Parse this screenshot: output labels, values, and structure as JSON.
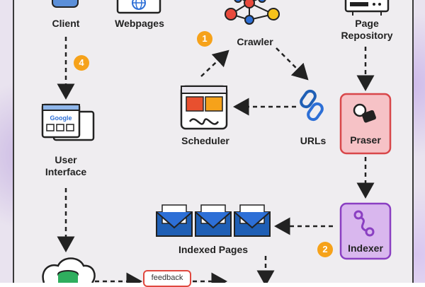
{
  "labels": {
    "client": "Client",
    "webpages": "Webpages",
    "crawler": "Crawler",
    "page_repository_line1": "Page",
    "page_repository_line2": "Repository",
    "user_interface_line1": "User",
    "user_interface_line2": "Interface",
    "scheduler": "Scheduler",
    "urls": "URLs",
    "praser": "Praser",
    "indexed_pages": "Indexed Pages",
    "indexer": "Indexer",
    "feedback": "feedback"
  },
  "steps": {
    "one": "1",
    "two": "2",
    "four": "4"
  },
  "browser_logo_text": "Google",
  "colors": {
    "accent_orange": "#f6a21a",
    "praser_fill": "#f6c2c6",
    "praser_border": "#d8474a",
    "indexer_fill": "#d9b7ee",
    "indexer_border": "#8a3fc2",
    "envelope_blue": "#1f5fb5",
    "node_red": "#e84a3c",
    "node_blue": "#2d6fd6",
    "node_yellow": "#f6c21a"
  }
}
